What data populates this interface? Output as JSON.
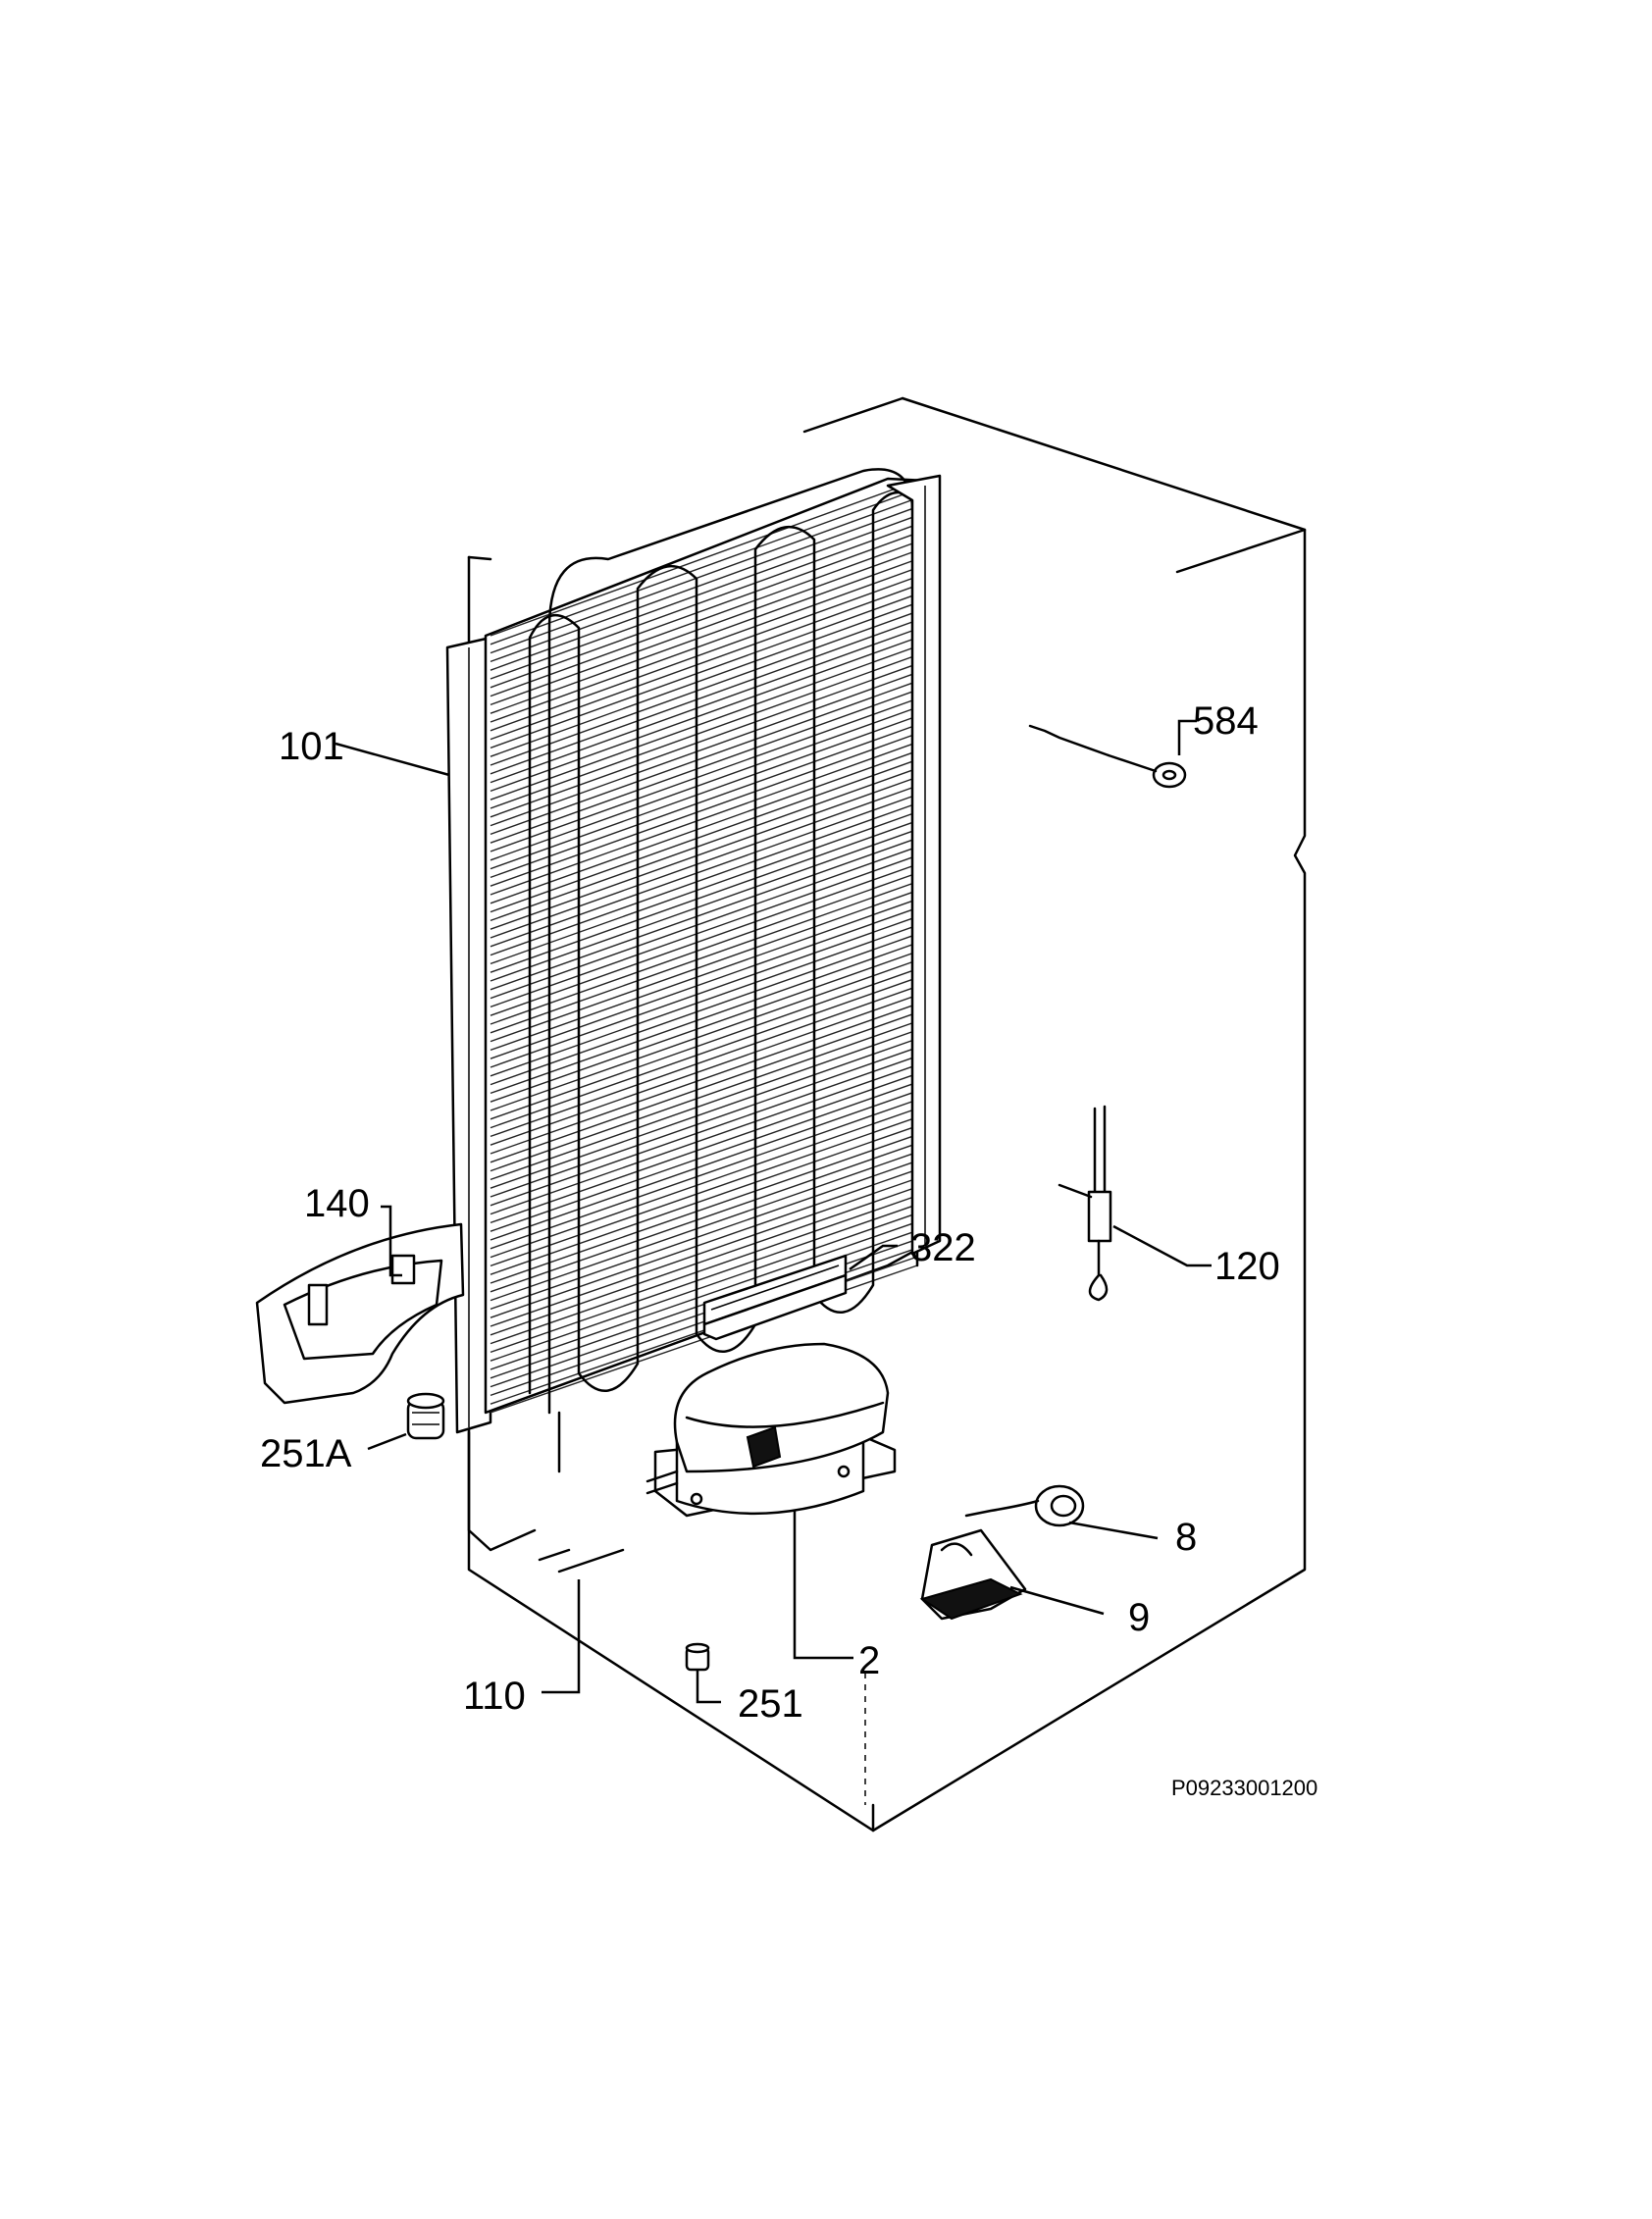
{
  "parts": [
    {
      "id": "p584",
      "label": "584"
    },
    {
      "id": "p101",
      "label": "101"
    },
    {
      "id": "p140",
      "label": "140"
    },
    {
      "id": "p322",
      "label": "322"
    },
    {
      "id": "p120",
      "label": "120"
    },
    {
      "id": "p251A",
      "label": "251A"
    },
    {
      "id": "p8",
      "label": "8"
    },
    {
      "id": "p9",
      "label": "9"
    },
    {
      "id": "p2",
      "label": "2"
    },
    {
      "id": "p110",
      "label": "110"
    },
    {
      "id": "p251",
      "label": "251"
    }
  ],
  "drawing_code": "P09233001200"
}
